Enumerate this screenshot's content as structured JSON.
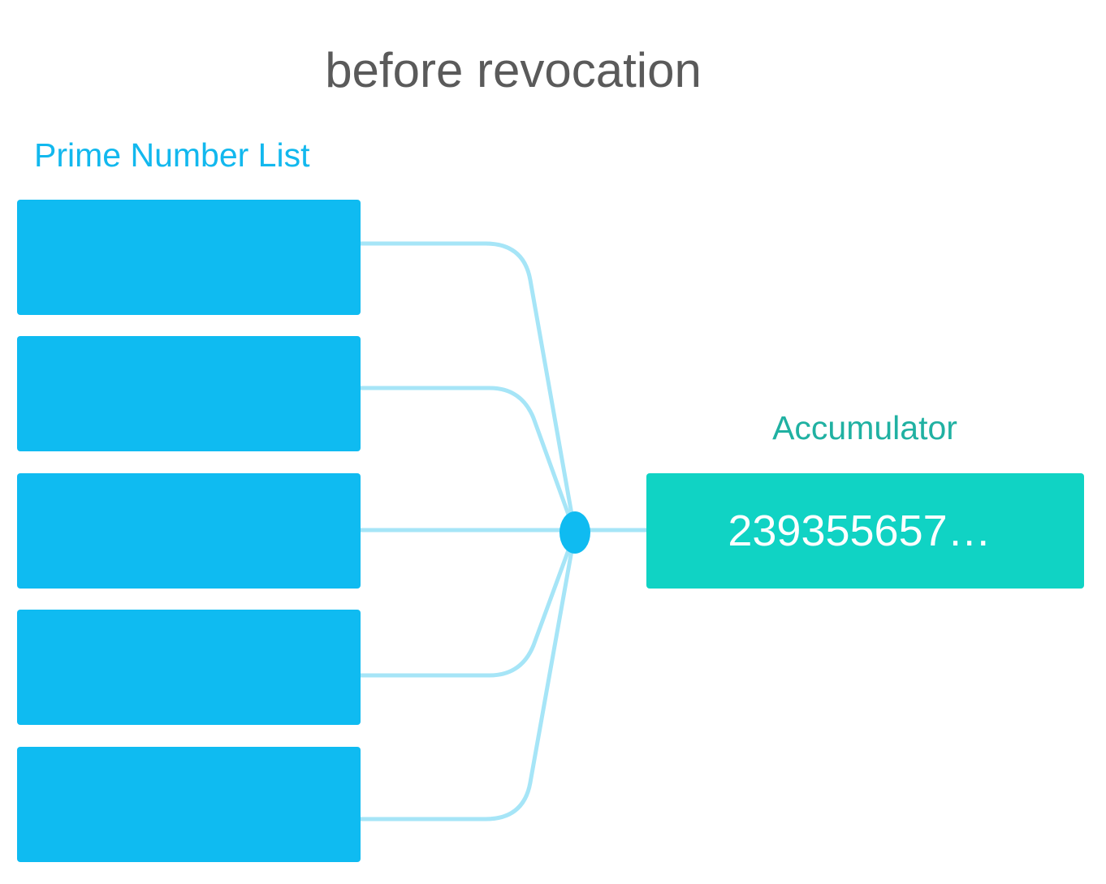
{
  "diagram": {
    "title": "before revocation",
    "prime_list": {
      "label": "Prime Number List",
      "items": [
        "",
        "",
        "",
        "",
        ""
      ]
    },
    "accumulator": {
      "label": "Accumulator",
      "value": "239355657…"
    }
  },
  "colors": {
    "prime_box": "#0fbbf1",
    "accumulator_box": "#10d3c4",
    "connector": "#a6e5f7",
    "junction": "#0fbbf1",
    "title_text": "#5a5a5a",
    "list_label_text": "#12b8ee",
    "accumulator_label_text": "#20b1a2"
  }
}
